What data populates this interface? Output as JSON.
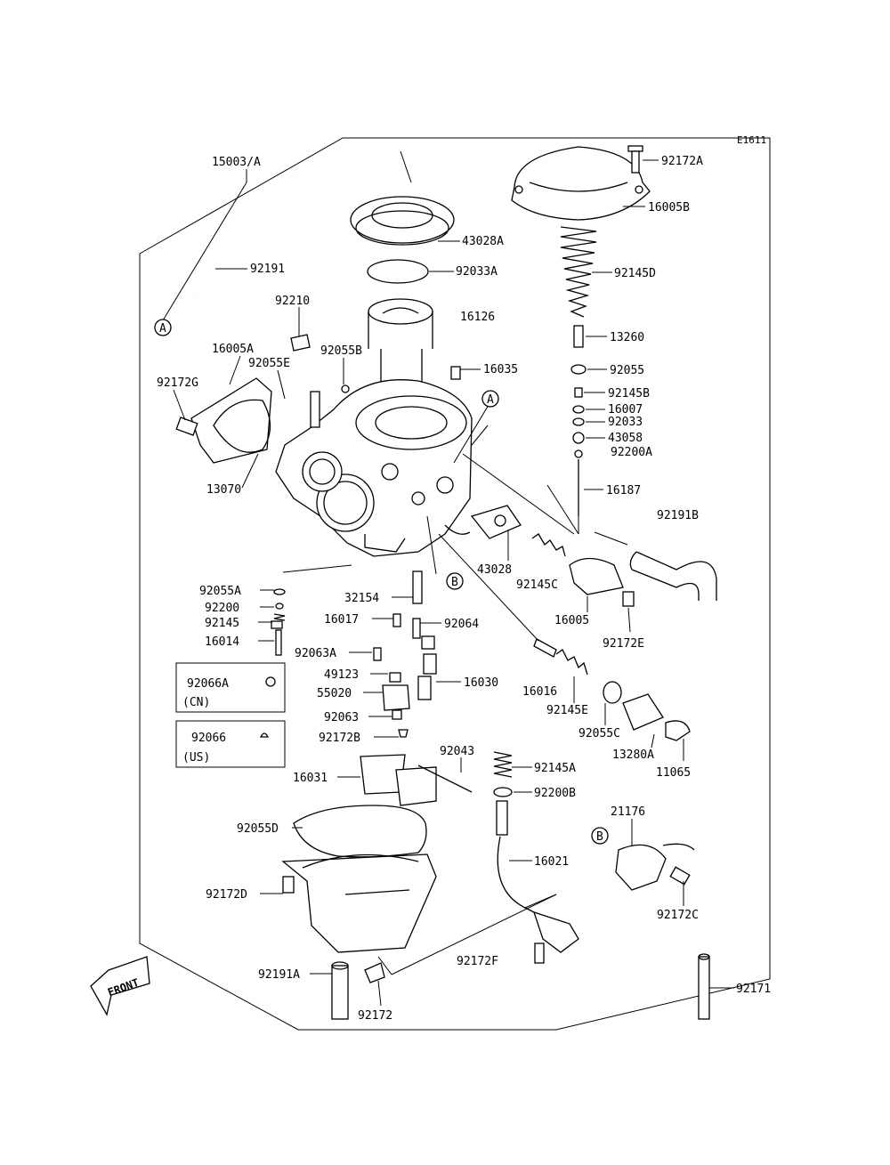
{
  "diagram_code": "E1611",
  "labels": {
    "p15003A": "15003/A",
    "p92191": "92191",
    "p92210": "92210",
    "p16005A": "16005A",
    "p92055E": "92055E",
    "p92055B": "92055B",
    "p92172G": "92172G",
    "p13070": "13070",
    "p43028A": "43028A",
    "p92033A": "92033A",
    "p16126": "16126",
    "p16035": "16035",
    "p92172A": "92172A",
    "p16005B": "16005B",
    "p92145D": "92145D",
    "p13260": "13260",
    "p92055": "92055",
    "p92145B": "92145B",
    "p16007": "16007",
    "p92033": "92033",
    "p43058": "43058",
    "p92200A": "92200A",
    "p16187": "16187",
    "p92191B": "92191B",
    "p43028": "43028",
    "p92145C": "92145C",
    "p16005": "16005",
    "p92172E": "92172E",
    "p92055A": "92055A",
    "p92200": "92200",
    "p92145": "92145",
    "p16014": "16014",
    "p32154": "32154",
    "p16017": "16017",
    "p92064": "92064",
    "p92063A": "92063A",
    "p49123": "49123",
    "p55020": "55020",
    "p16030": "16030",
    "p92063": "92063",
    "p92172B": "92172B",
    "p16016": "16016",
    "p92145E": "92145E",
    "p92055C": "92055C",
    "p13280A": "13280A",
    "p11065": "11065",
    "p92066A": "92066A",
    "p92066": "92066",
    "p16031": "16031",
    "p92043": "92043",
    "p92145A": "92145A",
    "p92200B": "92200B",
    "p92055D": "92055D",
    "p21176": "21176",
    "p16021": "16021",
    "p92172D": "92172D",
    "p92172C": "92172C",
    "p92172F": "92172F",
    "p92191A": "92191A",
    "p92172": "92172",
    "p92171": "92171"
  },
  "region_notes": {
    "cn": "(CN)",
    "us": "(US)"
  },
  "callouts": {
    "a": "A",
    "b": "B"
  },
  "front_arrow_label": "FRONT"
}
